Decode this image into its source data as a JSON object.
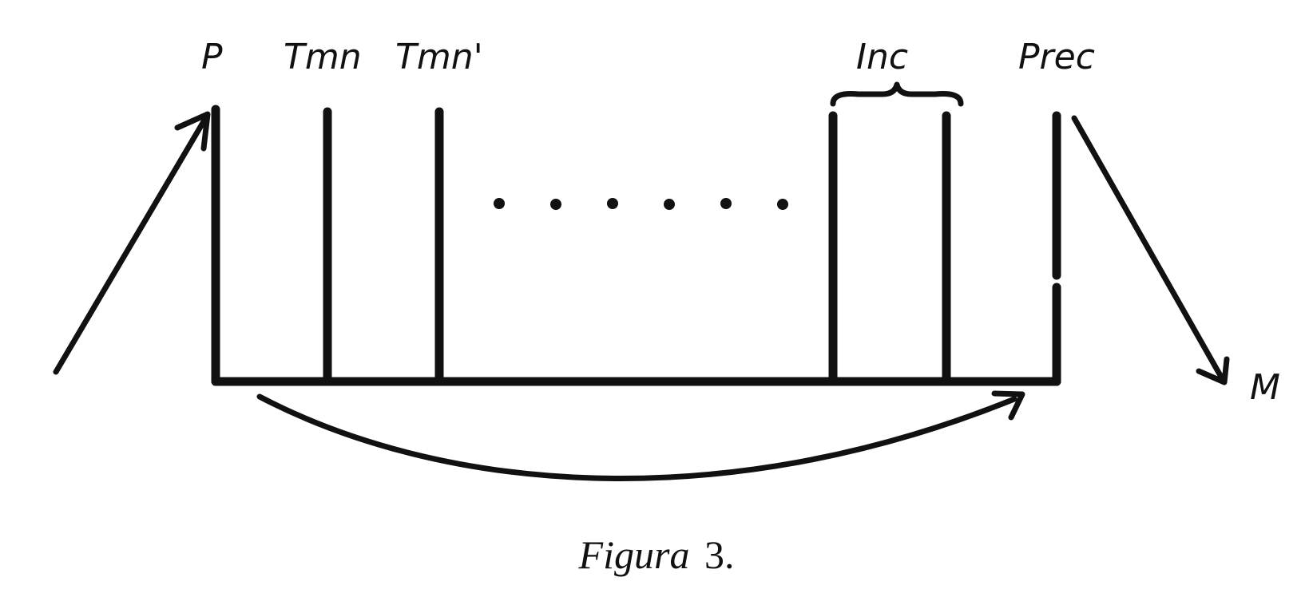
{
  "labels": {
    "p": "P",
    "tmn": "Tmn",
    "tmn_prime": "Tmn'",
    "inc": "Inc",
    "prec": "Prec",
    "m": "M"
  },
  "caption": {
    "word": "Figura",
    "number": "3."
  },
  "ellipsis_dot_count": 6
}
